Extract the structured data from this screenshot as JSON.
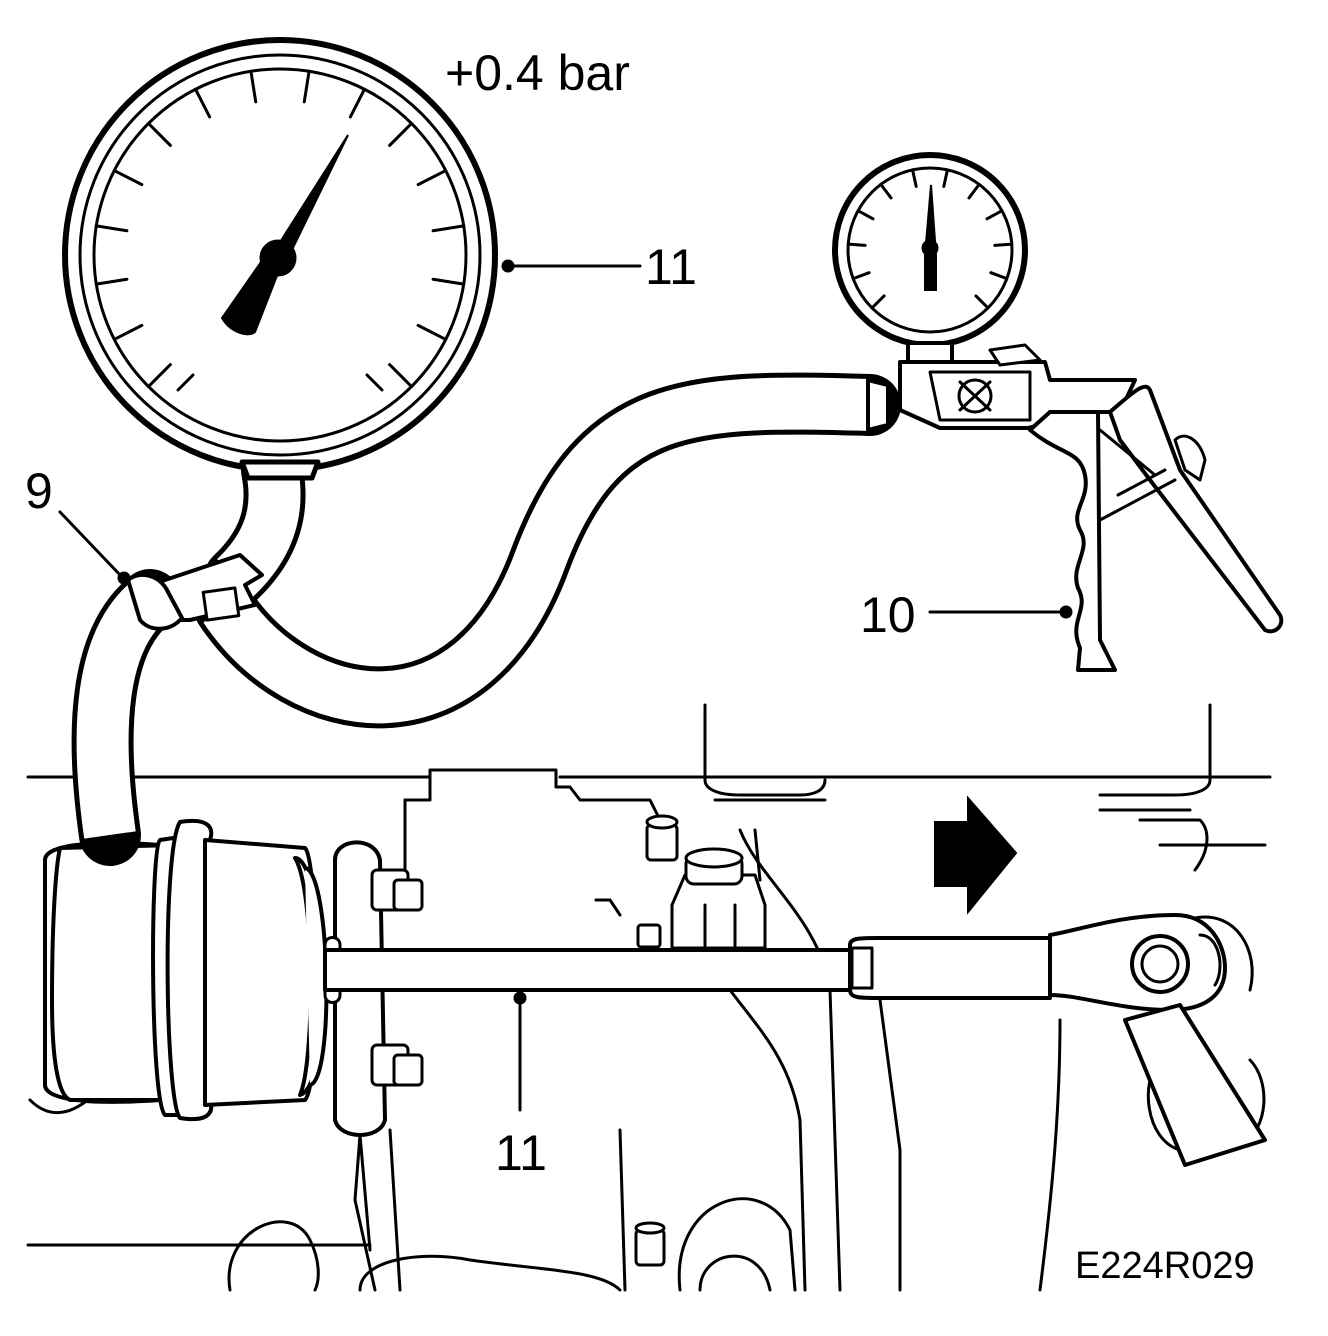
{
  "figure": {
    "pressure_label": "+0.4 bar",
    "drawing_code": "E224R029"
  },
  "callouts": [
    {
      "id": "9",
      "text": "9"
    },
    {
      "id": "10",
      "text": "10"
    },
    {
      "id": "11a",
      "text": "11"
    },
    {
      "id": "11b",
      "text": "11"
    }
  ],
  "colors": {
    "ink": "#000000",
    "paper": "#ffffff"
  },
  "icons": [
    "pressure-gauge-icon",
    "hand-vacuum-pump-icon",
    "arrow-right-icon"
  ]
}
